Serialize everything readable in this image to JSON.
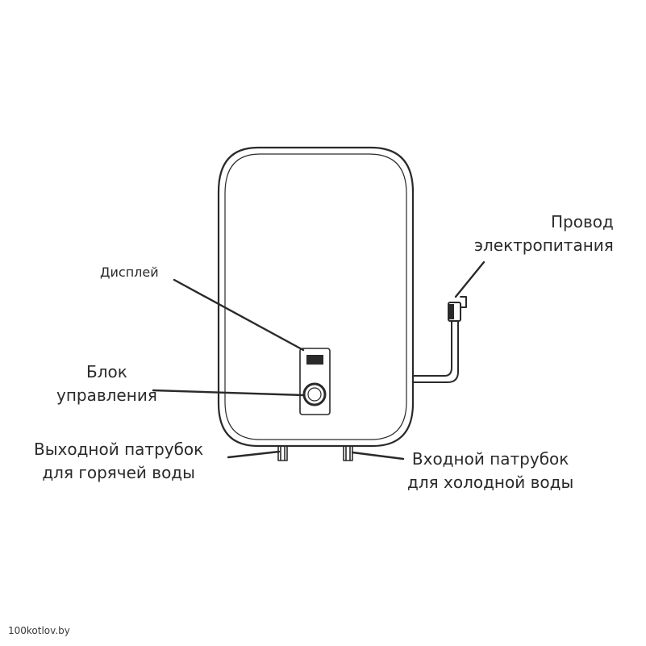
{
  "labels": {
    "display": "Дисплей",
    "control_unit": [
      "Блок",
      "управления"
    ],
    "hot_outlet": [
      "Выходной патрубок",
      "для горячей воды"
    ],
    "cold_inlet": [
      "Входной патрубок",
      "для холодной воды"
    ],
    "power_cord": [
      "Провод",
      "электропитания"
    ]
  },
  "watermark": "100kotlov.by",
  "colors": {
    "stroke": "#2a2a2a",
    "text": "#2a2a2a",
    "background": "#ffffff"
  }
}
